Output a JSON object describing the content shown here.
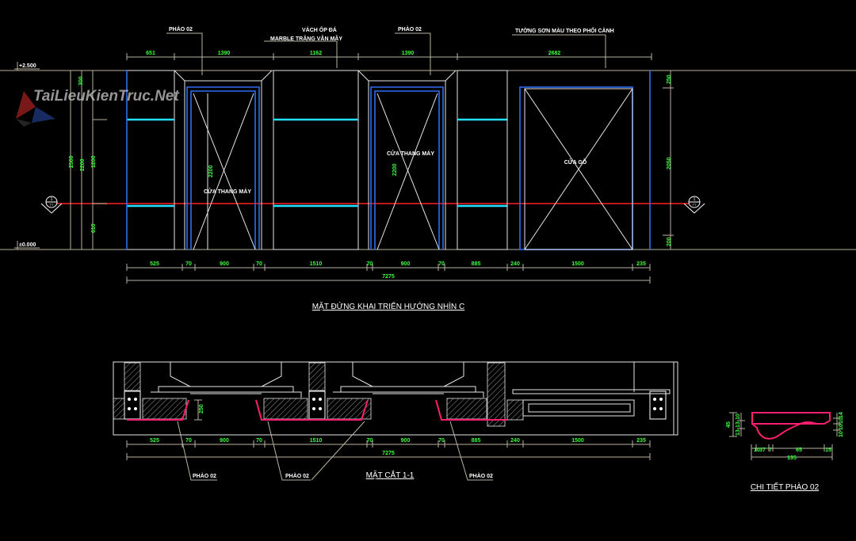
{
  "elevation": {
    "title": "MẶT ĐỨNG KHAI TRIỂN HƯỚNG NHÌN C",
    "callouts": {
      "phao_left": "PHÀO 02",
      "vach_op_da": "VÁCH ỐP ĐÁ",
      "marble": "MARBLE TRẮNG VÂN MÂY",
      "phao_right": "PHÀO 02",
      "tuong_son": "TƯỜNG SƠN MÀU THEO PHỐI CẢNH"
    },
    "levels": {
      "top": "+2.500",
      "bottom": "±0.000"
    },
    "door_labels": {
      "door1": "CỬA THANG MÁY",
      "door2": "CỬA THANG MÁY",
      "wood_door": "CỬA GỖ"
    },
    "door_heights": {
      "door1": "2200",
      "door2": "2200",
      "wood": "2050"
    },
    "top_dims": [
      "651",
      "1390",
      "1162",
      "1390",
      "2682"
    ],
    "left_dims": {
      "total": "2500",
      "door": "2200",
      "top": "300",
      "mid": "1200",
      "bottom": "610"
    },
    "right_dims": {
      "top": "250",
      "mid": "2050",
      "bottom": "200"
    },
    "bottom_dims": [
      "525",
      "70",
      "900",
      "70",
      "1510",
      "70",
      "900",
      "70",
      "885",
      "240",
      "1500",
      "235"
    ],
    "total_dim": "7275",
    "section_marker": {
      "top": "1",
      "bottom": "TT"
    }
  },
  "section": {
    "title": "MẶT CẮT 1-1",
    "callouts": [
      "PHÀO 02",
      "PHÀO 02",
      "PHÀO 02"
    ],
    "bottom_dims": [
      "525",
      "70",
      "900",
      "70",
      "1510",
      "70",
      "900",
      "70",
      "885",
      "240",
      "1500",
      "235"
    ],
    "total_dim": "7275",
    "depth_dim": "250"
  },
  "detail": {
    "title": "CHI TIẾT PHÀO 02",
    "left_dims": [
      "45",
      "10",
      "13",
      "13"
    ],
    "right_dims": [
      "14",
      "10",
      "10",
      "10"
    ],
    "bottom_dims": [
      "10",
      "37",
      "7",
      "65",
      "15"
    ],
    "total_dim": "135"
  },
  "watermark": "TaiLieuKienTruc.Net",
  "colors": {
    "background": "#000000",
    "dimension": "#3bff3b",
    "frame": "#2f6df0",
    "marble_band": "#22e0ff",
    "section_line": "#ff2020",
    "moulding": "#ff1f6e"
  }
}
